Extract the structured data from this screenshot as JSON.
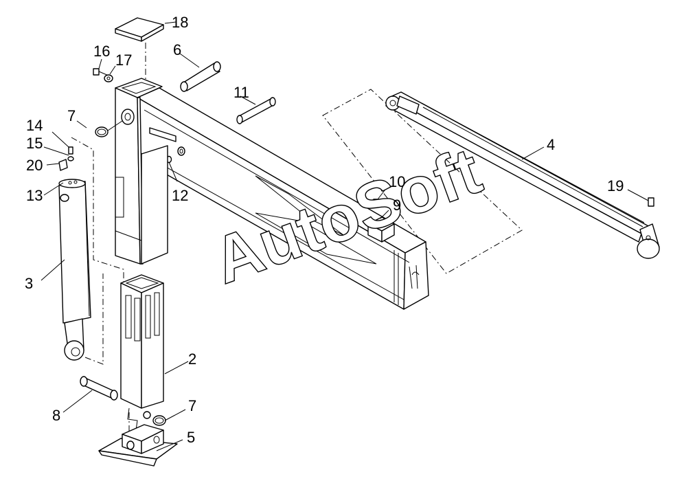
{
  "diagram": {
    "watermark": "AutoSoft",
    "callouts": [
      {
        "id": "c1",
        "label": "18"
      },
      {
        "id": "c2",
        "label": "6"
      },
      {
        "id": "c3",
        "label": "16"
      },
      {
        "id": "c4",
        "label": "17"
      },
      {
        "id": "c5",
        "label": "11"
      },
      {
        "id": "c6",
        "label": "7"
      },
      {
        "id": "c7",
        "label": "14"
      },
      {
        "id": "c8",
        "label": "15"
      },
      {
        "id": "c9",
        "label": "20"
      },
      {
        "id": "c10",
        "label": "13"
      },
      {
        "id": "c11",
        "label": "12"
      },
      {
        "id": "c12",
        "label": "4"
      },
      {
        "id": "c13",
        "label": "19"
      },
      {
        "id": "c14",
        "label": "10"
      },
      {
        "id": "c15",
        "label": "9"
      },
      {
        "id": "c16",
        "label": "3"
      },
      {
        "id": "c17",
        "label": "2"
      },
      {
        "id": "c18",
        "label": "8"
      },
      {
        "id": "c19",
        "label": "7"
      },
      {
        "id": "c20",
        "label": "5"
      }
    ]
  }
}
